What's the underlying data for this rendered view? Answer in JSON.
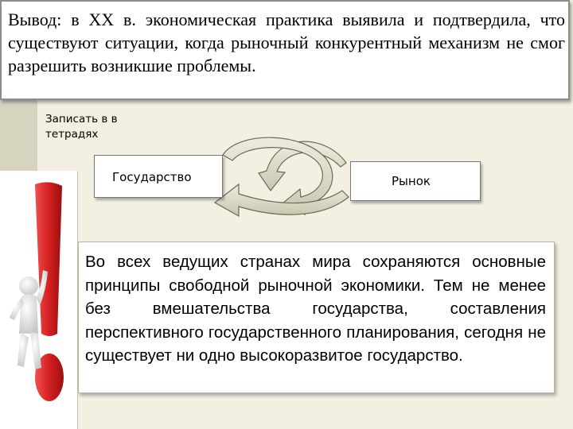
{
  "conclusion": {
    "text": "Вывод: в XX в. экономическая практика выявила и подтвердила, что существуют ситуации, когда рыночный конкурентный механизм не смог разрешить возникшие проблемы."
  },
  "note": {
    "text": "Записать в в тетрадях"
  },
  "diagram": {
    "left_box": "Государство",
    "right_box": "Рынок"
  },
  "body": {
    "text": "Во всех ведущих странах мира сохраняются основные принципы свободной рыночной экономики. Тем не менее без вмешательства государства, составления перспективного государственного планирования, сегодня не существует ни одно высокоразвитое государство."
  },
  "colors": {
    "background": "#f3f0e2",
    "arrow_fill": "#d8d5c0",
    "exclamation_red": "#d42020"
  },
  "icons": {
    "figure": "person-with-exclamation-mark"
  }
}
